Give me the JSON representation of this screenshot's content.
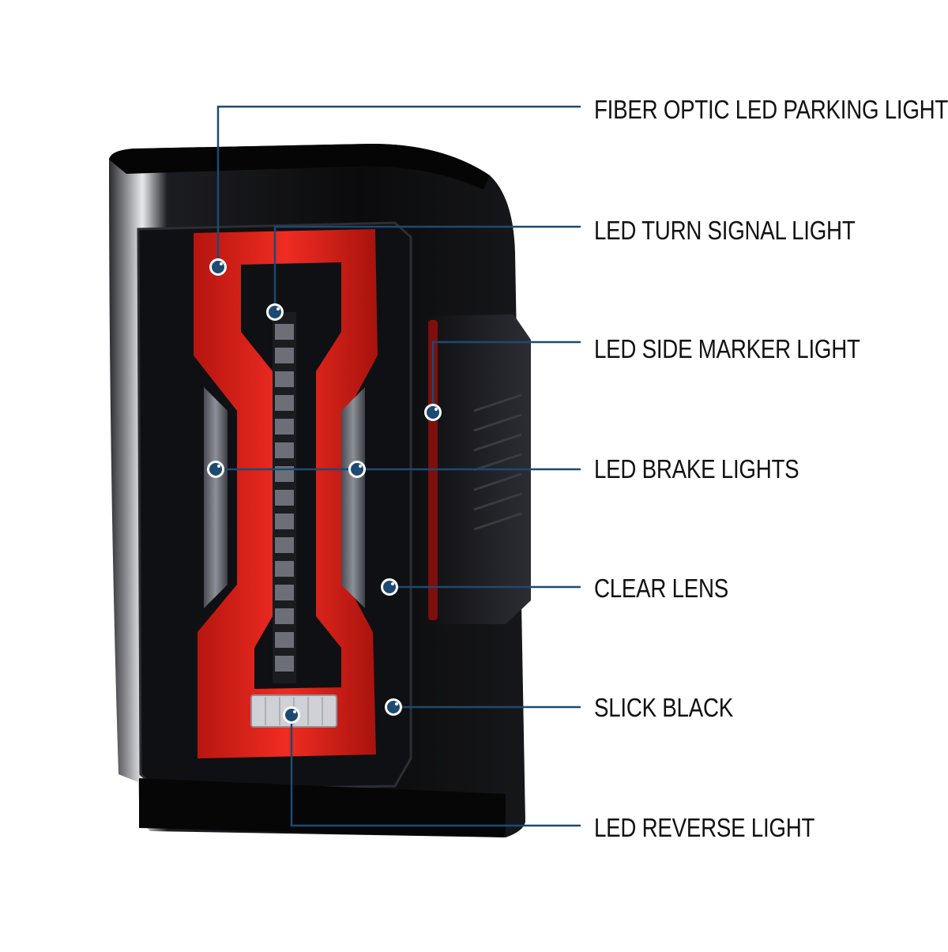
{
  "callouts": [
    {
      "id": "parking",
      "label": "FIBER OPTIC LED PARKING LIGHT"
    },
    {
      "id": "turn",
      "label": "LED TURN SIGNAL LIGHT"
    },
    {
      "id": "side",
      "label": "LED SIDE MARKER LIGHT"
    },
    {
      "id": "brake",
      "label": "LED BRAKE LIGHTS"
    },
    {
      "id": "lens",
      "label": "CLEAR LENS"
    },
    {
      "id": "black",
      "label": "SLICK BLACK"
    },
    {
      "id": "reverse",
      "label": "LED REVERSE LIGHT"
    }
  ],
  "colors": {
    "leader_line": "#1d4a72",
    "dot": "#1d4a72",
    "dot_ring": "#ffffff",
    "fiber_red": "#e0231c",
    "housing": "#0a0a0c",
    "background": "#ffffff"
  }
}
